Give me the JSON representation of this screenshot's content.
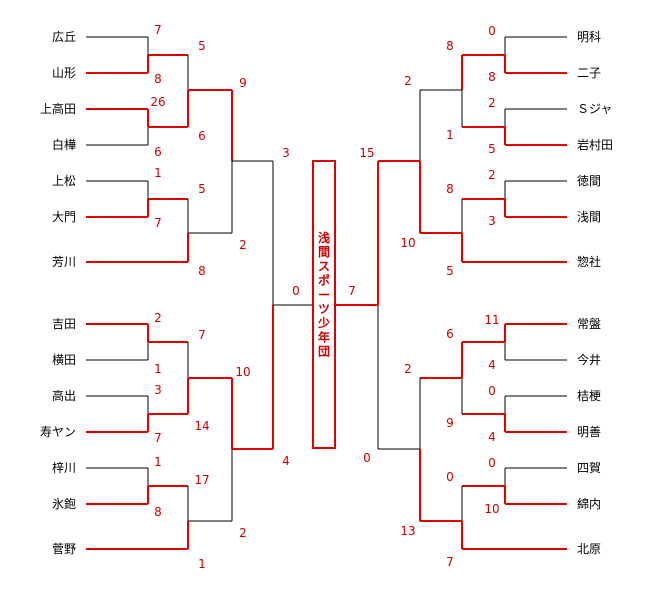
{
  "colors": {
    "win": "#e00000",
    "lose": "#000000",
    "score": "#cc0000"
  },
  "champion": "浅間スポーツ少年団",
  "left_teams": [
    "広丘",
    "山形",
    "上高田",
    "白樺",
    "上松",
    "大門",
    "芳川",
    "吉田",
    "横田",
    "高出",
    "寿ヤン",
    "梓川",
    "氷鉋",
    "菅野"
  ],
  "right_teams": [
    "明科",
    "二子",
    "Ｓジャ",
    "岩村田",
    "徳間",
    "浅間",
    "惣社",
    "常盤",
    "今井",
    "桔梗",
    "明善",
    "四賀",
    "綿内",
    "北原"
  ],
  "scores": {
    "l1": [
      "7",
      "8",
      "26",
      "6",
      "1",
      "7",
      "2",
      "1",
      "3",
      "7",
      "1",
      "8"
    ],
    "l2": [
      "5",
      "6",
      "5",
      "8",
      "7",
      "14",
      "17",
      "1"
    ],
    "l3": [
      "9",
      "2",
      "10",
      "2"
    ],
    "l4": [
      "3",
      "4"
    ],
    "final_left": "0",
    "final_right": "7",
    "r4": [
      "15",
      "0"
    ],
    "r3": [
      "2",
      "10",
      "2",
      "13"
    ],
    "r2": [
      "8",
      "1",
      "8",
      "5",
      "6",
      "9",
      "0",
      "7"
    ],
    "r1": [
      "0",
      "8",
      "2",
      "5",
      "2",
      "3",
      "11",
      "4",
      "0",
      "4",
      "0",
      "10"
    ]
  }
}
